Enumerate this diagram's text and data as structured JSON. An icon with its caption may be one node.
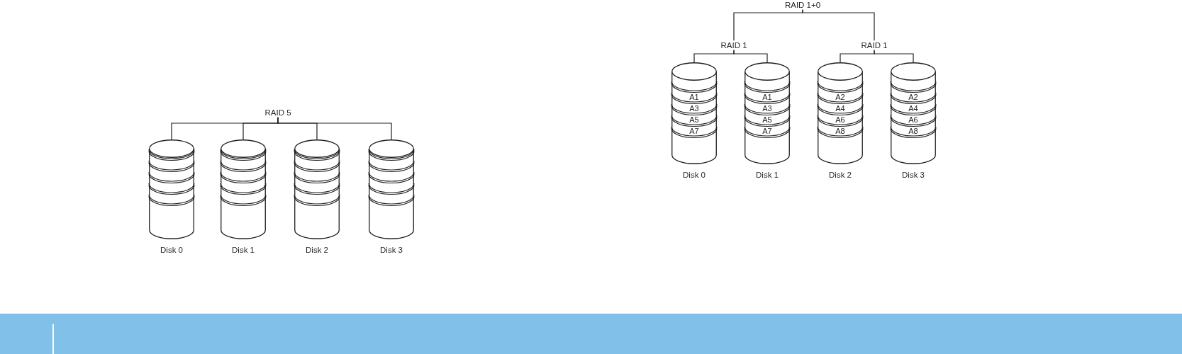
{
  "diagram": {
    "nodes": [
      {
        "text": [
          "RAID 5"
        ]
      },
      {
        "text": [],
        "shape": "cylinder",
        "beside": [
          "Disk 0"
        ]
      },
      {
        "text": [],
        "shape": "cylinder",
        "beside": [
          "Disk 1"
        ]
      },
      {
        "text": [],
        "shape": "cylinder",
        "beside": [
          "Disk 2"
        ]
      },
      {
        "text": [],
        "shape": "cylinder",
        "beside": [
          "Disk 3"
        ]
      },
      {
        "text": [
          "RAID 1+0"
        ]
      },
      {
        "text": [
          "RAID 1"
        ]
      },
      {
        "text": [
          "RAID 1"
        ]
      },
      {
        "text": [
          "A1",
          "A3",
          "A5",
          "A7"
        ],
        "beside": [
          "Disk 0"
        ]
      },
      {
        "text": [
          "A1",
          "A3",
          "A5",
          "A7"
        ],
        "beside": [
          "Disk 1"
        ]
      },
      {
        "text": [
          "A2",
          "A4",
          "A6",
          "A8"
        ],
        "beside": [
          "Disk 2"
        ]
      },
      {
        "text": [
          "A2",
          "A4",
          "A6",
          "A8"
        ],
        "beside": [
          "Disk 3"
        ]
      }
    ],
    "edges": [
      {
        "from": 0,
        "to": 1,
        "arrow": "none"
      },
      {
        "from": 0,
        "to": 2,
        "arrow": "none"
      },
      {
        "from": 0,
        "to": 3,
        "arrow": "none"
      },
      {
        "from": 0,
        "to": 4,
        "arrow": "none"
      },
      {
        "from": 5,
        "to": 6,
        "arrow": "none"
      },
      {
        "from": 5,
        "to": 7,
        "arrow": "none"
      },
      {
        "from": 6,
        "to": 8,
        "arrow": "none"
      },
      {
        "from": 6,
        "to": 9,
        "arrow": "none"
      },
      {
        "from": 7,
        "to": 10,
        "arrow": "none"
      },
      {
        "from": 7,
        "to": 11,
        "arrow": "none"
      }
    ]
  }
}
